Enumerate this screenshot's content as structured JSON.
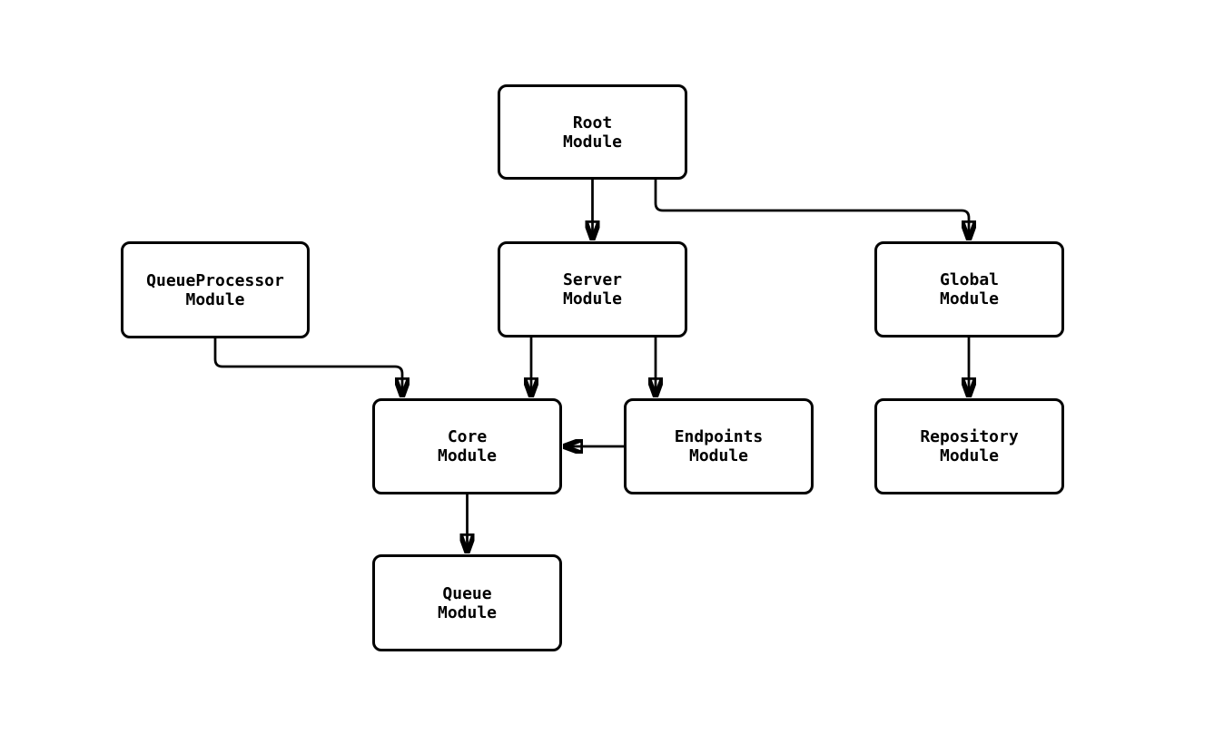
{
  "diagram": {
    "type": "module-dependency-flowchart",
    "colors": {
      "background": "#ffffff",
      "node_fill": "#ffffff",
      "node_border": "#000000",
      "edge": "#000000",
      "text": "#000000"
    },
    "nodes": {
      "root": {
        "line1": "Root",
        "line2": "Module"
      },
      "queueprocessor": {
        "line1": "QueueProcessor",
        "line2": "Module"
      },
      "server": {
        "line1": "Server",
        "line2": "Module"
      },
      "global": {
        "line1": "Global",
        "line2": "Module"
      },
      "core": {
        "line1": "Core",
        "line2": "Module"
      },
      "endpoints": {
        "line1": "Endpoints",
        "line2": "Module"
      },
      "repository": {
        "line1": "Repository",
        "line2": "Module"
      },
      "queue": {
        "line1": "Queue",
        "line2": "Module"
      }
    },
    "edges": [
      {
        "from": "Root Module",
        "to": "Server Module"
      },
      {
        "from": "Root Module",
        "to": "Global Module"
      },
      {
        "from": "QueueProcessor Module",
        "to": "Core Module"
      },
      {
        "from": "Server Module",
        "to": "Core Module"
      },
      {
        "from": "Server Module",
        "to": "Endpoints Module"
      },
      {
        "from": "Endpoints Module",
        "to": "Core Module"
      },
      {
        "from": "Global Module",
        "to": "Repository Module"
      },
      {
        "from": "Core Module",
        "to": "Queue Module"
      }
    ]
  }
}
